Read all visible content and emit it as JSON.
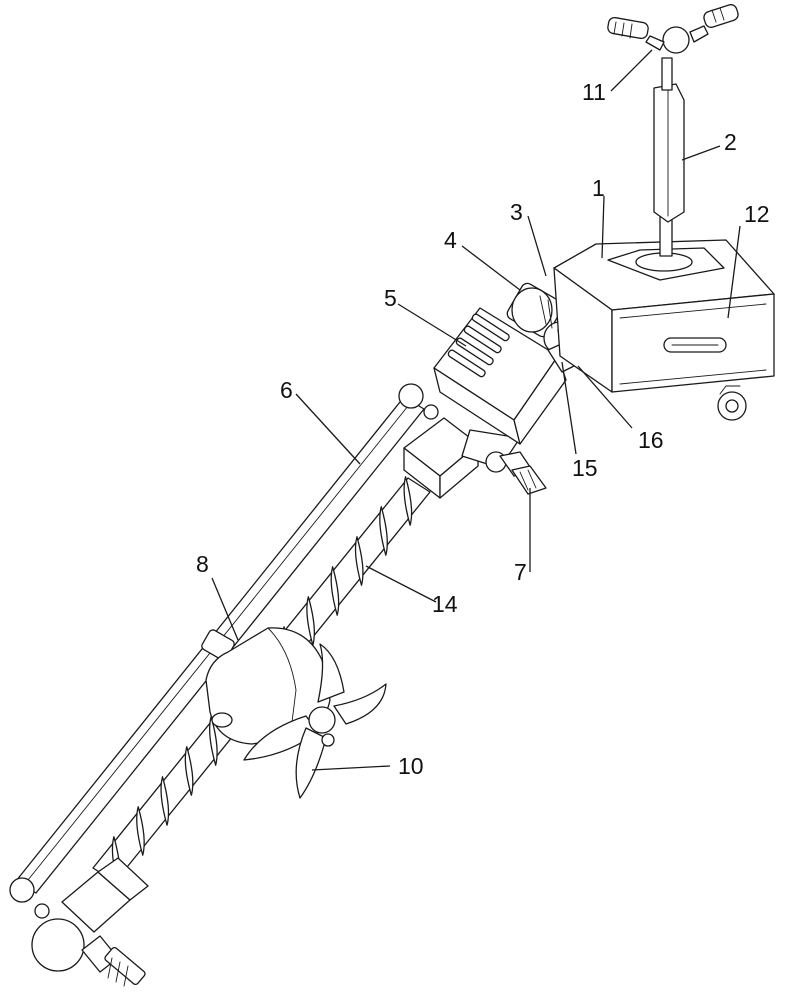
{
  "labels": {
    "l1": "1",
    "l2": "2",
    "l3": "3",
    "l4": "4",
    "l5": "5",
    "l6": "6",
    "l7": "7",
    "l8": "8",
    "l10": "10",
    "l11": "11",
    "l12": "12",
    "l14": "14",
    "l15": "15",
    "l16": "16"
  },
  "colors": {
    "line": "#1a1a1a",
    "fill": "#ffffff"
  }
}
